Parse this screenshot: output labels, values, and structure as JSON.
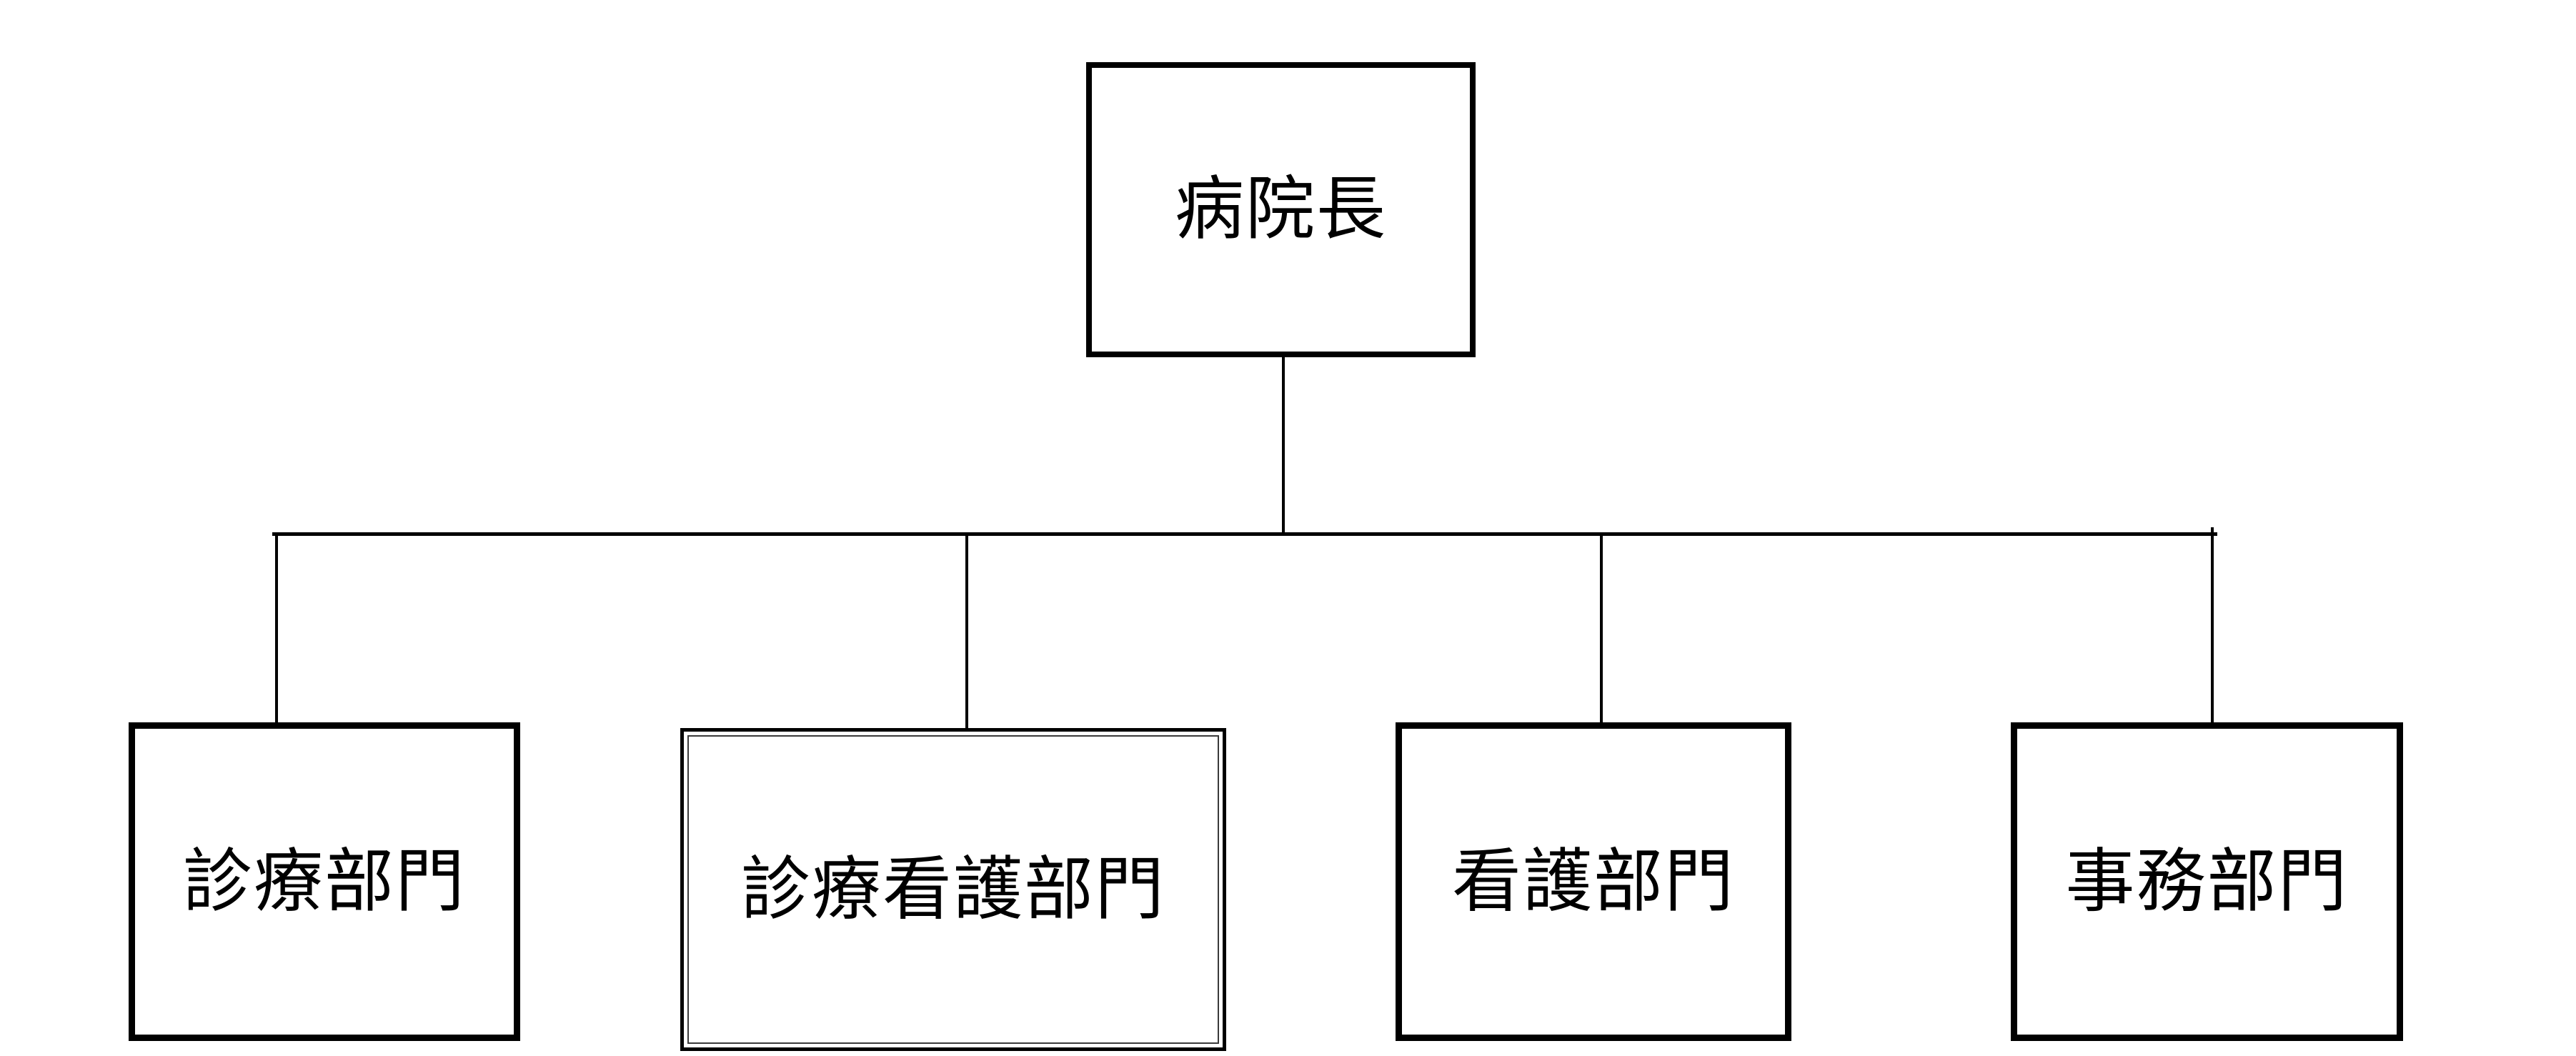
{
  "chart": {
    "root": {
      "label": "病院長"
    },
    "children": [
      {
        "label": "診療部門"
      },
      {
        "label": "診療看護部門"
      },
      {
        "label": "看護部門"
      },
      {
        "label": "事務部門"
      }
    ]
  },
  "colors": {
    "background": "#ffffff",
    "line": "#000000",
    "border": "#000000",
    "inner_border": "#3a3a3a",
    "text": "#000000"
  }
}
